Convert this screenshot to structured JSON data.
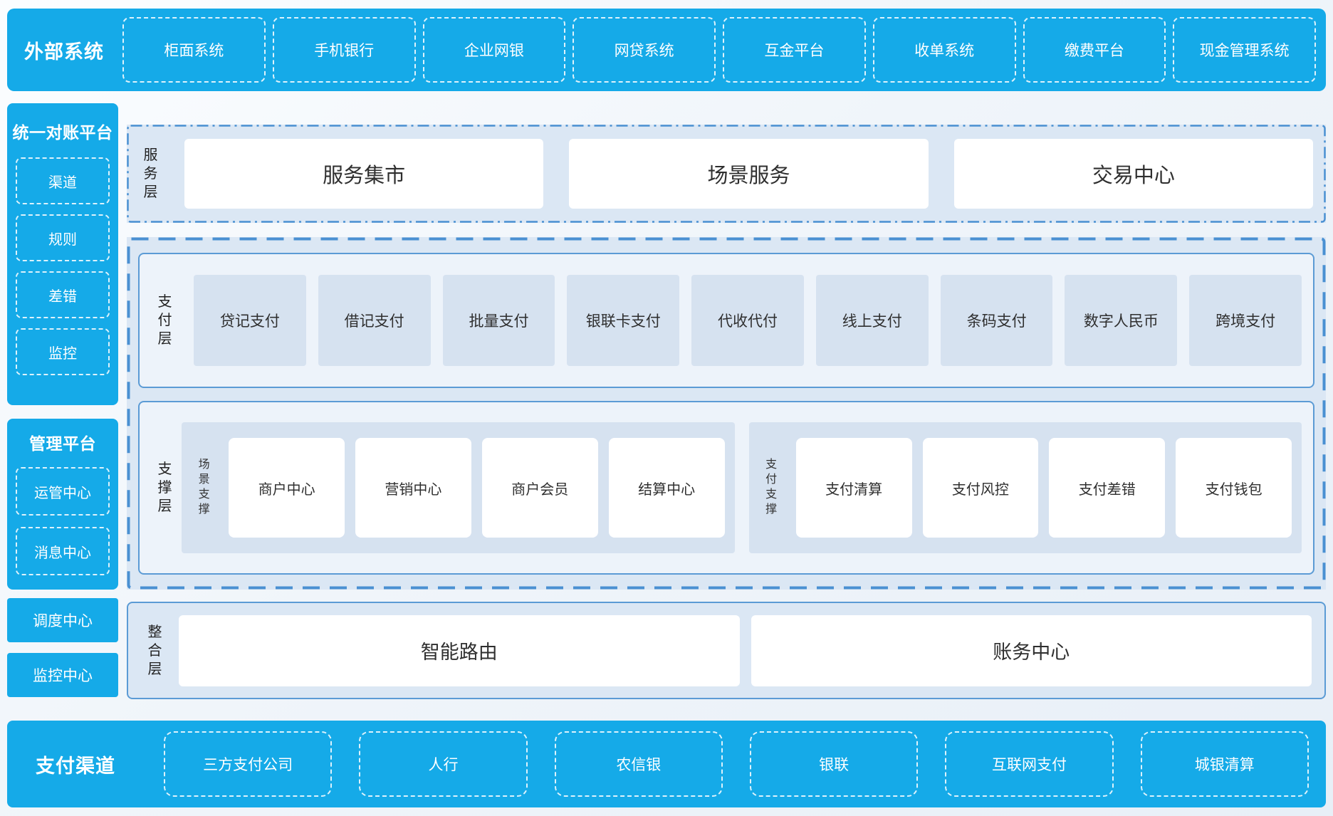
{
  "colors": {
    "cyan": "#15aae8",
    "panel_blue": "#dbe7f4",
    "inner_panel": "#edf3fa",
    "tile_blue": "#d6e2f0",
    "border_blue": "#5b9bd5",
    "white_box": "#ffffff"
  },
  "external_systems": {
    "title": "外部系统",
    "items": [
      "柜面系统",
      "手机银行",
      "企业网银",
      "网贷系统",
      "互金平台",
      "收单系统",
      "缴费平台",
      "现金管理系统"
    ]
  },
  "sidebar": {
    "reconciliation": {
      "title": "统一对账平台",
      "items": [
        "渠道",
        "规则",
        "差错",
        "监控"
      ]
    },
    "management": {
      "title": "管理平台",
      "items": [
        "运管中心",
        "消息中心"
      ]
    },
    "blocks": [
      "调度中心",
      "监控中心"
    ]
  },
  "service_layer": {
    "label": "服务层",
    "items": [
      "服务集市",
      "场景服务",
      "交易中心"
    ]
  },
  "payment_layer": {
    "label": "支付层",
    "items": [
      "贷记支付",
      "借记支付",
      "批量支付",
      "银联卡支付",
      "代收代付",
      "线上支付",
      "条码支付",
      "数字人民币",
      "跨境支付"
    ]
  },
  "support_layer": {
    "label": "支撑层",
    "groups": [
      {
        "label": "场景支撑",
        "items": [
          "商户中心",
          "营销中心",
          "商户会员",
          "结算中心"
        ]
      },
      {
        "label": "支付支撑",
        "items": [
          "支付清算",
          "支付风控",
          "支付差错",
          "支付钱包"
        ]
      }
    ]
  },
  "integration_layer": {
    "label": "整合层",
    "items": [
      "智能路由",
      "账务中心"
    ]
  },
  "payment_channels": {
    "title": "支付渠道",
    "items": [
      "三方支付公司",
      "人行",
      "农信银",
      "银联",
      "互联网支付",
      "城银清算"
    ]
  }
}
